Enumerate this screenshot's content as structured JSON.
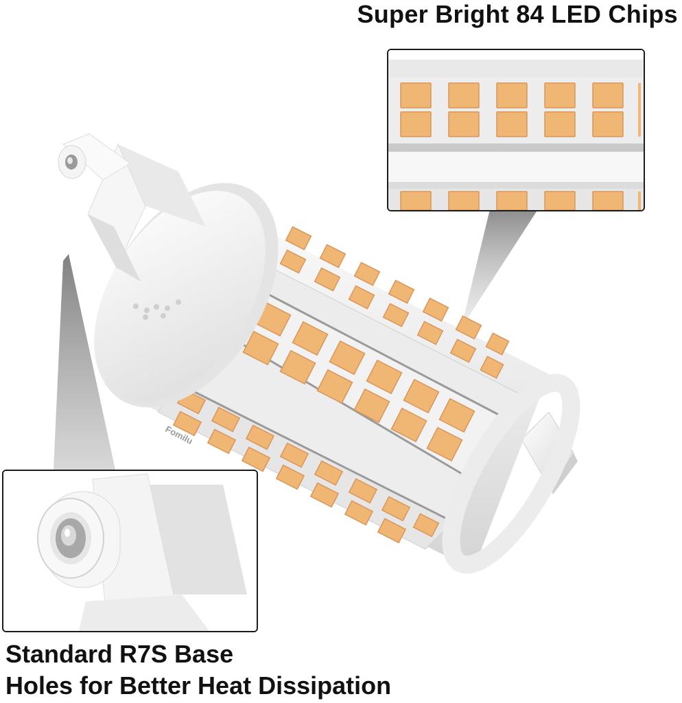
{
  "headline": "Super Bright 84 LED Chips",
  "caption": {
    "line1": "Standard R7S Base",
    "line2": "Holes for Better Heat Dissipation"
  },
  "brand_mark": "Fomilu",
  "colors": {
    "led": "#f0b774",
    "led_edge": "#d9955a",
    "housing": "#f2f2f2",
    "text": "#111111"
  }
}
